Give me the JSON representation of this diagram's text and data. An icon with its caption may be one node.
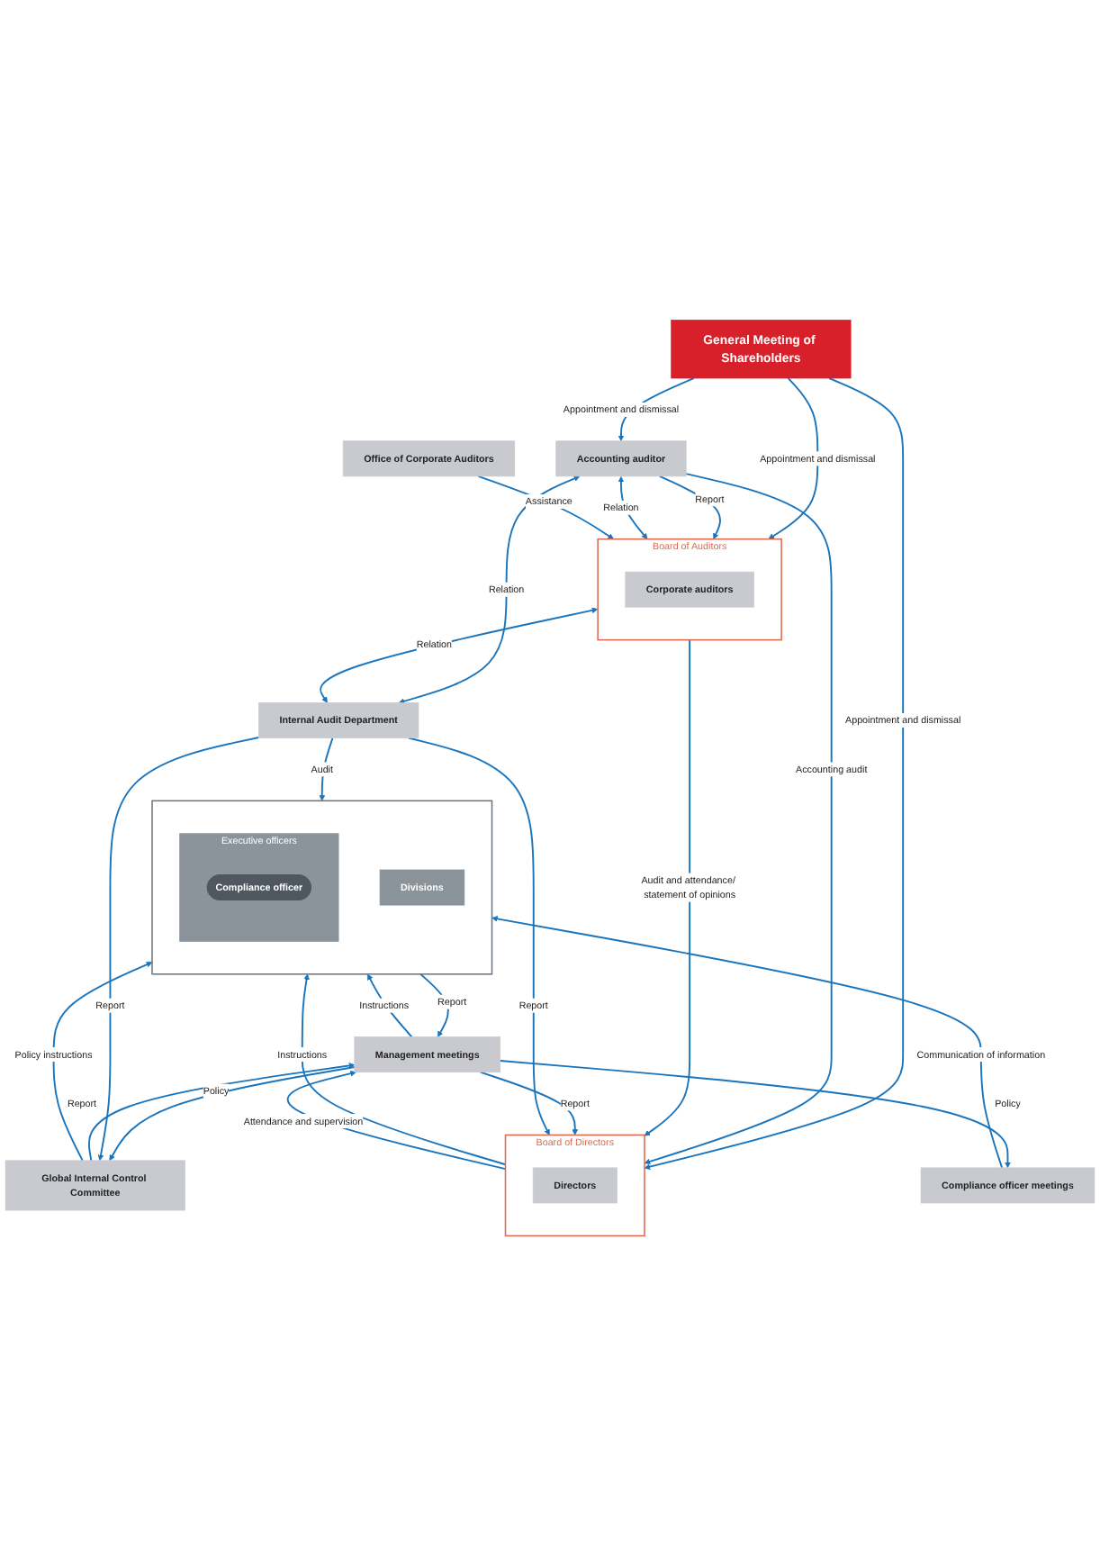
{
  "diagram": {
    "nodes": [
      {
        "text": [
          "General Meeting of Shareholders"
        ]
      },
      {
        "text": [
          "Board of Directors"
        ]
      },
      {
        "text": [
          "Directors"
        ],
        "in": 1
      },
      {
        "text": [
          "Accounting auditor"
        ]
      },
      {
        "text": [
          "Board of Auditors"
        ]
      },
      {
        "text": [
          "Corporate auditors"
        ],
        "in": 4
      },
      {
        "text": [
          "Office of Corporate Auditors"
        ]
      },
      {
        "text": [
          "Internal Audit Department"
        ]
      },
      {
        "text": [
          "Management meetings"
        ]
      },
      {
        "text": [
          "Global Internal Control Committee"
        ]
      },
      {
        "text": [
          "Compliance officer meetings"
        ]
      },
      {
        "text": [],
        "shape": "box"
      },
      {
        "text": [
          "Executive officers"
        ],
        "in": 11
      },
      {
        "text": [
          "Compliance officer"
        ],
        "in": 12
      },
      {
        "text": [
          "Divisions"
        ],
        "in": 11
      }
    ],
    "edges": [
      {
        "from": 0,
        "to": 1,
        "arrow": "to",
        "label": "Appointment and dismissal"
      },
      {
        "from": 0,
        "to": 3,
        "arrow": "to",
        "label": "Appointment and dismissal"
      },
      {
        "from": 0,
        "to": 4,
        "arrow": "to",
        "label": "Appointment and dismissal"
      },
      {
        "from": 3,
        "to": 1,
        "arrow": "to",
        "label": "Accounting audit"
      },
      {
        "from": 3,
        "to": 4,
        "arrow": "to",
        "label": "Report"
      },
      {
        "from": 3,
        "to": 4,
        "arrow": "both",
        "label": "Relation"
      },
      {
        "from": 3,
        "to": 7,
        "arrow": "both",
        "label": "Relation"
      },
      {
        "from": 4,
        "to": 1,
        "arrow": "to",
        "label": "Audit and attendance/ statement of opinions"
      },
      {
        "from": 1,
        "to": 11,
        "arrow": "to",
        "label": "Instructions"
      },
      {
        "from": 8,
        "to": 1,
        "arrow": "to",
        "label": "Report"
      },
      {
        "from": 1,
        "to": 8,
        "arrow": "to",
        "label": "Attendance and supervision"
      },
      {
        "from": 7,
        "to": 1,
        "arrow": "to",
        "label": "Report"
      },
      {
        "from": 6,
        "to": 4,
        "arrow": "to",
        "label": "Assistance"
      },
      {
        "from": 4,
        "to": 7,
        "arrow": "both",
        "label": "Relation"
      },
      {
        "from": 9,
        "to": 8,
        "arrow": "to",
        "label": "Report"
      },
      {
        "from": 8,
        "to": 9,
        "arrow": "to",
        "label": "Policy"
      },
      {
        "from": 7,
        "to": 9,
        "arrow": "to",
        "label": "Report"
      },
      {
        "from": 8,
        "to": 10,
        "arrow": "to",
        "label": "Policy"
      },
      {
        "from": 11,
        "to": 8,
        "arrow": "to",
        "label": "Report"
      },
      {
        "from": 8,
        "to": 11,
        "arrow": "to",
        "label": "Instructions"
      },
      {
        "from": 10,
        "to": 11,
        "arrow": "to",
        "label": "Communication of information"
      },
      {
        "from": 9,
        "to": 11,
        "arrow": "to",
        "label": "Policy instructions"
      },
      {
        "from": 7,
        "to": 11,
        "arrow": "to",
        "label": "Audit"
      }
    ]
  }
}
